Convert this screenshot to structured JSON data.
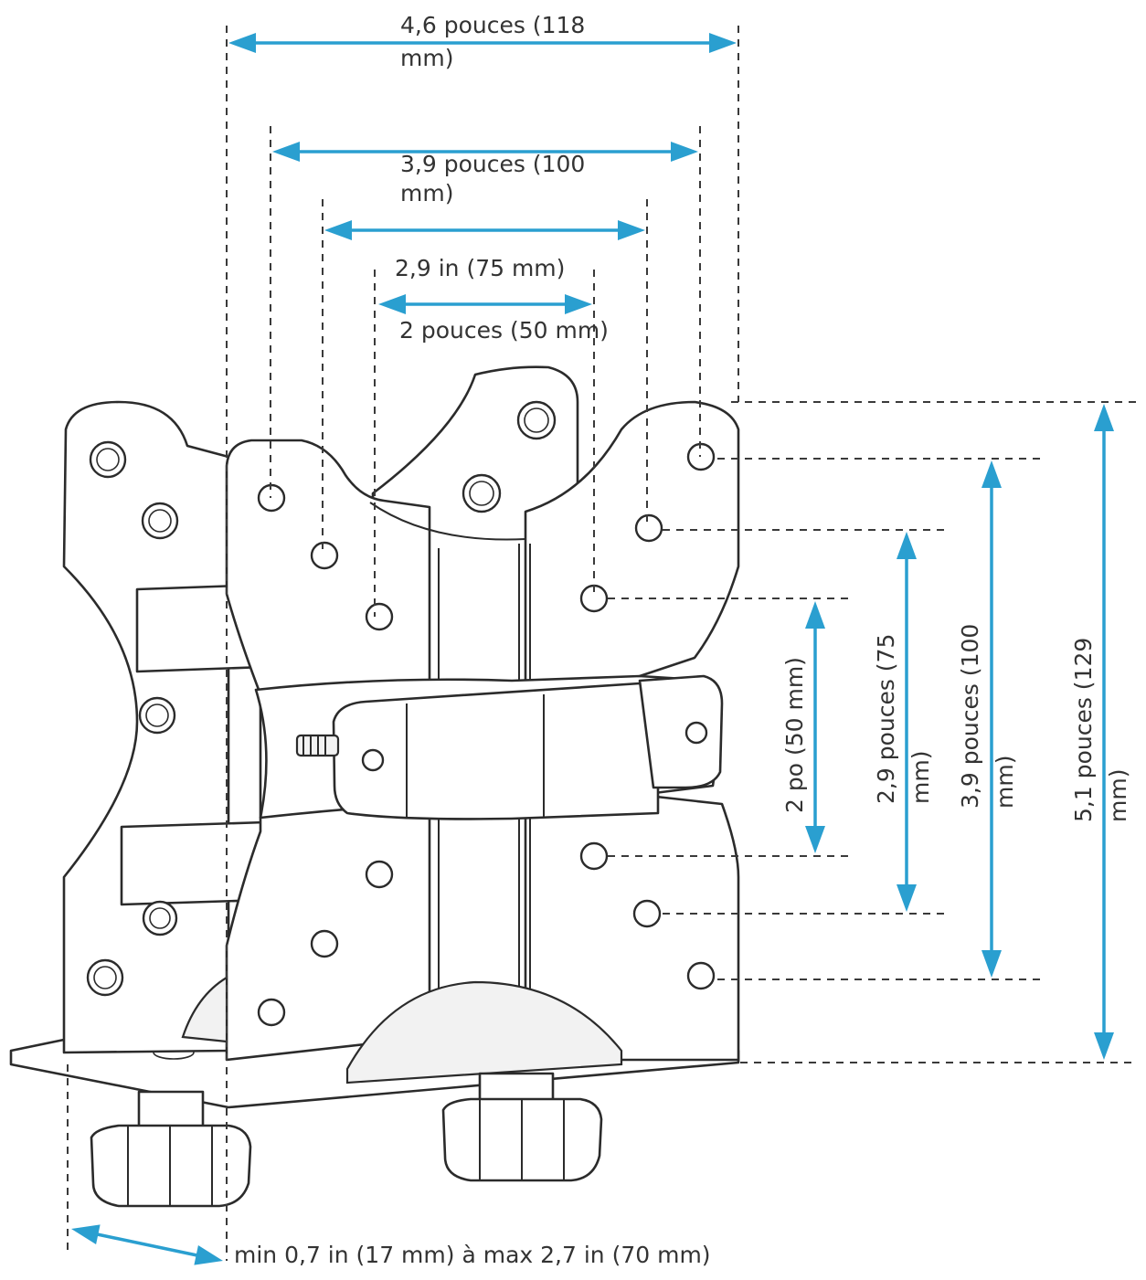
{
  "colors": {
    "dimension": "#2a9fd0",
    "outline": "#2b2b2b",
    "text": "#333333"
  },
  "labels": {
    "w118": [
      "4,6 pouces (118",
      "mm)"
    ],
    "w100": [
      "3,9 pouces (100",
      "mm)"
    ],
    "w75": [
      "2,9 in (75 mm)"
    ],
    "w50": [
      "2 pouces (50 mm)"
    ],
    "h50": [
      "2 po (50 mm)"
    ],
    "h75": [
      "2,9 pouces (75",
      "mm)"
    ],
    "h100": [
      "3,9 pouces (100",
      "mm)"
    ],
    "h129": [
      "5,1 pouces (129",
      "mm)"
    ],
    "clamp": [
      "min 0,7 in (17 mm) à max 2,7 in (70 mm)"
    ]
  }
}
